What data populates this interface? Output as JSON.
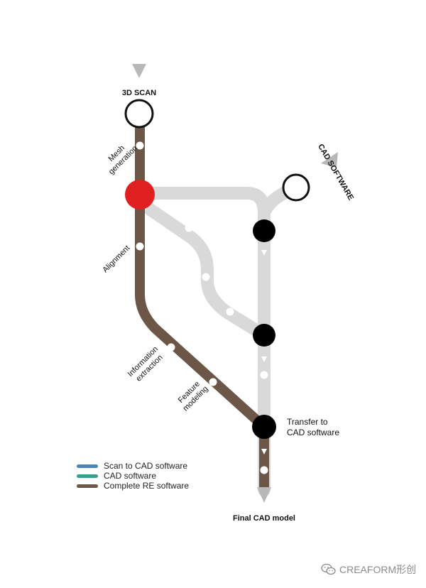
{
  "nodes": {
    "scan": "3D SCAN",
    "cad_software": "CAD SOFTWARE",
    "transfer_line1": "Transfer to",
    "transfer_line2": "CAD software",
    "final": "Final CAD model"
  },
  "steps": {
    "mesh_line1": "Mesh",
    "mesh_line2": "generation",
    "alignment": "Alignment",
    "info_line1": "Information",
    "info_line2": "extraction",
    "feature_line1": "Feature",
    "feature_line2": "modeling"
  },
  "legend": [
    {
      "label": "Scan to CAD software",
      "color": "#4a86b8"
    },
    {
      "label": "CAD software",
      "color": "#3a9e8c"
    },
    {
      "label": "Complete RE software",
      "color": "#6b5647"
    }
  ],
  "watermark": "CREAFORM形创",
  "colors": {
    "brown_track": "#6b5647",
    "gray_track": "#d9d9d9",
    "red_node": "#e02020",
    "arrow": "#b8b8b8"
  }
}
